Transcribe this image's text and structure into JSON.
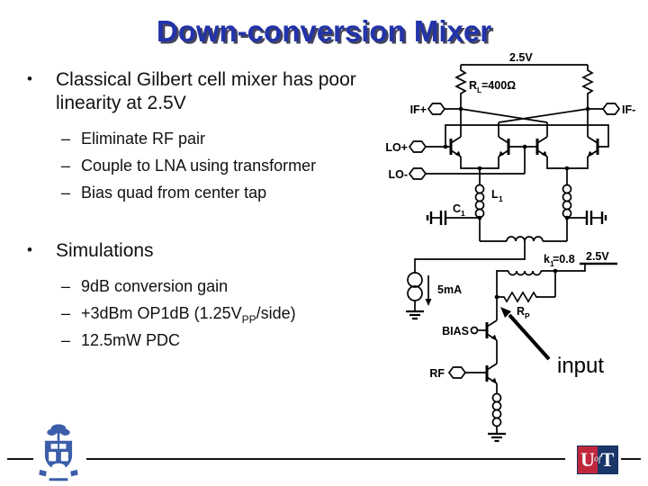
{
  "slide": {
    "title": "Down-conversion Mixer"
  },
  "markers": {
    "main": "•",
    "sub": "–"
  },
  "bullets": [
    {
      "label": "Classical Gilbert cell mixer has poor linearity at 2.5V",
      "subs": [
        [
          {
            "t": "Eliminate RF pair"
          }
        ],
        [
          {
            "t": "Couple to LNA using transformer"
          }
        ],
        [
          {
            "t": "Bias quad from center tap"
          }
        ]
      ]
    },
    {
      "label": "Simulations",
      "subs": [
        [
          {
            "t": "9dB conversion gain"
          }
        ],
        [
          {
            "t": "+3dBm OP1dB (1.25V"
          },
          {
            "t": "PP",
            "sub": true
          },
          {
            "t": "/side)"
          }
        ],
        [
          {
            "t": "12.5mW PDC"
          }
        ]
      ]
    }
  ],
  "circuit": {
    "labels": {
      "vdd_top": "2.5V",
      "rl_main": "R",
      "rl_sub": "L",
      "rl_value": "=400Ω",
      "if_plus": "IF+",
      "if_minus": "IF-",
      "lo_plus": "LO+",
      "lo_minus": "LO-",
      "c1_main": "C",
      "c1_sub": "1",
      "l1_main": "L",
      "l1_sub": "1",
      "k1_main": "k",
      "k1_sub": "1",
      "k1_value": "=0.8",
      "vdd_mid": "2.5V",
      "current_source": "5mA",
      "rp_main": "R",
      "rp_sub": "P",
      "bias": "BIAS",
      "rf": "RF",
      "input_annotation": "input"
    }
  },
  "footer": {
    "logo_u": "U",
    "logo_of": "of",
    "logo_t": "T"
  },
  "colors": {
    "title": "#2233aa",
    "title_shadow": "#44445e",
    "logo_red": "#c0273c",
    "logo_navy": "#1b3668",
    "crest_blue": "#3c5ea9"
  }
}
